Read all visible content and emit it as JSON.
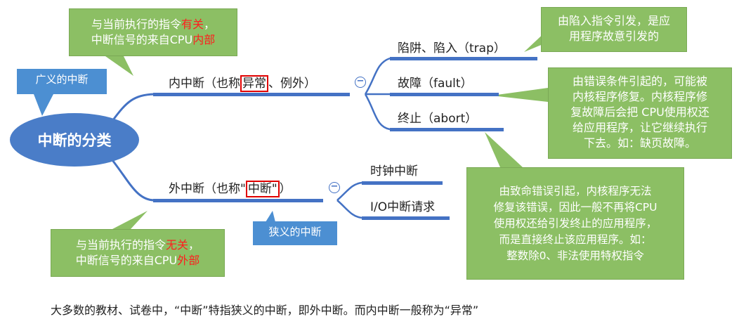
{
  "root": "中断的分类",
  "callouts": {
    "broad": "广义的中断",
    "narrow": "狭义的中断"
  },
  "internal": {
    "label_pre": "内中断（也称",
    "label_box": "异常",
    "label_post": "、例外）",
    "children": [
      {
        "label": "陷阱、陷入（trap）"
      },
      {
        "label": "故障（fault）"
      },
      {
        "label": "终止（abort）"
      }
    ],
    "note": {
      "line1_pre": "与当前执行的指令",
      "line1_red": "有关",
      "line1_post": "，",
      "line2_pre": "中断信号的来自CPU",
      "line2_red": "内部"
    }
  },
  "external": {
    "label_pre": "外中断（也称\"",
    "label_box": "中断\"",
    "label_post": "）",
    "children": [
      {
        "label": "时钟中断"
      },
      {
        "label": "I/O中断请求"
      }
    ],
    "note": {
      "line1_pre": "与当前执行的指令",
      "line1_red": "无关",
      "line1_post": "，",
      "line2_pre": "中断信号的来自CPU",
      "line2_red": "外部"
    }
  },
  "notes": {
    "trap": [
      "由陷入指令引发，是应",
      "用程序故意引发的"
    ],
    "fault": [
      "由错误条件引起的，可能被",
      "内核程序修复。内核程序修",
      "复故障后会把 CPU使用权还",
      "给应用程序，让它继续执行",
      "下去。如：缺页故障。"
    ],
    "abort": [
      "由致命错误引起，内核程序无法",
      "修复该错误，因此一般不再将CPU",
      "使用权还给引发终止的应用程序，",
      "而是直接终止该应用程序。如：",
      "整数除0、非法使用特权指令"
    ]
  },
  "collapse_symbol": "−",
  "footer": "大多数的教材、试卷中，“中断”特指狭义的中断，即外中断。而内中断一般称为“异常”",
  "colors": {
    "line": "#4472c4",
    "root": "#4a7dc8",
    "note": "#8cbf64",
    "callout": "#4c8fd2",
    "highlight": "#e00000"
  }
}
